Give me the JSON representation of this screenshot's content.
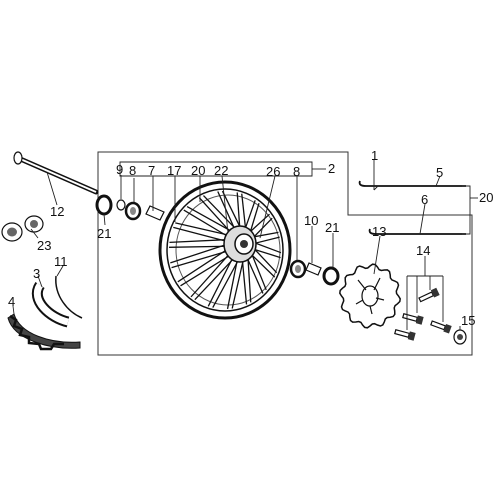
{
  "diagram": {
    "colors": {
      "ink": "#111111",
      "paper": "#ffffff",
      "frame": "#333333"
    },
    "callouts": {
      "c1": "1",
      "c2": "2",
      "c3": "3",
      "c4": "4",
      "c5": "5",
      "c6": "6",
      "c7": "7",
      "c8a": "8",
      "c8b": "8",
      "c9": "9",
      "c10": "10",
      "c11": "11",
      "c12": "12",
      "c13": "13",
      "c14": "14",
      "c15": "15",
      "c17": "17",
      "c20a": "20",
      "c20b": "20",
      "c21a": "21",
      "c21b": "21",
      "c22": "22",
      "c23": "23",
      "c26": "26"
    }
  }
}
